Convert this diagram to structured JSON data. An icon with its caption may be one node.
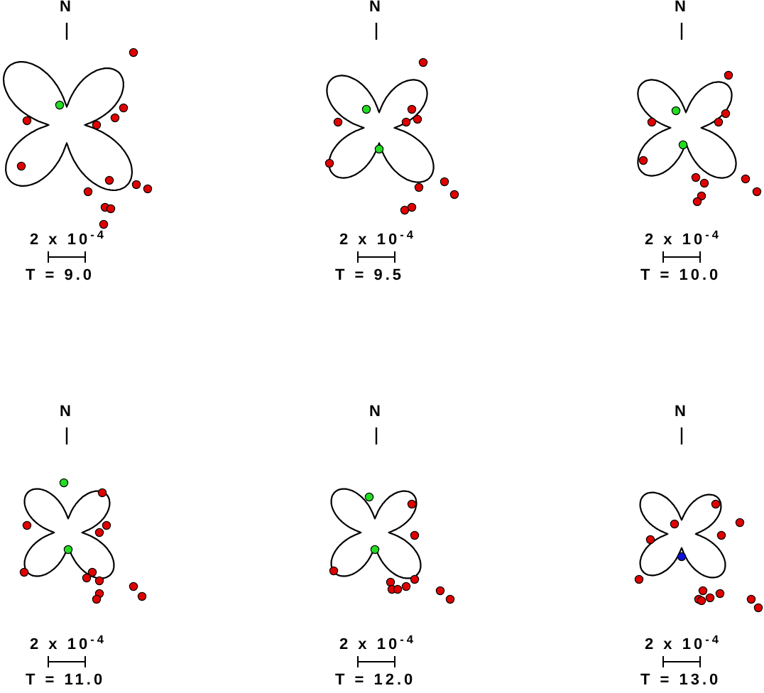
{
  "diagram": {
    "labels": [
      "N",
      "N",
      "N",
      "2 x 10$^{-4}$",
      "2 x 10$^{-4}$",
      "2 x 10$^{-4}$",
      "T = 9.0",
      "T = 9.5",
      "T = 10.0",
      "N",
      "N",
      "N",
      "2 x 10$^{-4}$",
      "2 x 10$^{-4}$",
      "2 x 10$^{-4}$",
      "T = 11.0",
      "T = 12.0",
      "T = 13.0"
    ]
  }
}
